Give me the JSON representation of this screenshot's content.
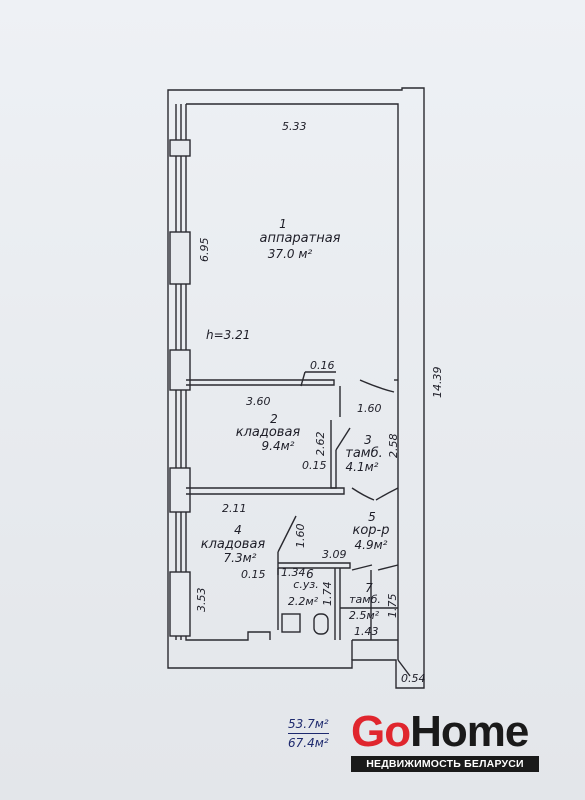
{
  "plan": {
    "rooms": [
      {
        "number": "1",
        "name": "аппаратная",
        "area": "37.0 м²"
      },
      {
        "number": "2",
        "name": "кладовая",
        "area": "9.4м²"
      },
      {
        "number": "3",
        "name": "тамб.",
        "area": "4.1м²"
      },
      {
        "number": "4",
        "name": "кладовая",
        "area": "7.3м²"
      },
      {
        "number": "5",
        "name": "кор-р",
        "area": "4.9м²"
      },
      {
        "number": "6",
        "name": "с.уз.",
        "area": "2.2м²"
      },
      {
        "number": "7",
        "name": "тамб.",
        "area": "2.5м²"
      }
    ],
    "dimensions": {
      "top_width": "5.33",
      "room1_height": "6.95",
      "ceiling": "h=3.21",
      "wall": "0.16",
      "room2_width": "3.60",
      "room3_width": "1.60",
      "room2_height": "2.62",
      "room3_height": "2.58",
      "partition2": "0.15",
      "room4_width": "2.11",
      "room4_depth": "1.60",
      "corridor_width": "3.09",
      "partition4": "0.15",
      "wc_width": "1.34",
      "wc_depth": "1.74",
      "room4_height": "3.53",
      "vestibule_depth": "1.75",
      "vestibule_width": "1.43",
      "outer_height": "14.39",
      "outer_wall": "0.54"
    }
  },
  "totals": {
    "area_living": "53.7м²",
    "area_total": "67.4м²"
  },
  "logo": {
    "go": "Go",
    "home": "Home",
    "tagline": "НЕДВИЖИМОСТЬ БЕЛАРУСИ",
    "colors": {
      "go": "#e0262e",
      "home": "#1a1a1a",
      "band": "#1a1a1a"
    }
  }
}
